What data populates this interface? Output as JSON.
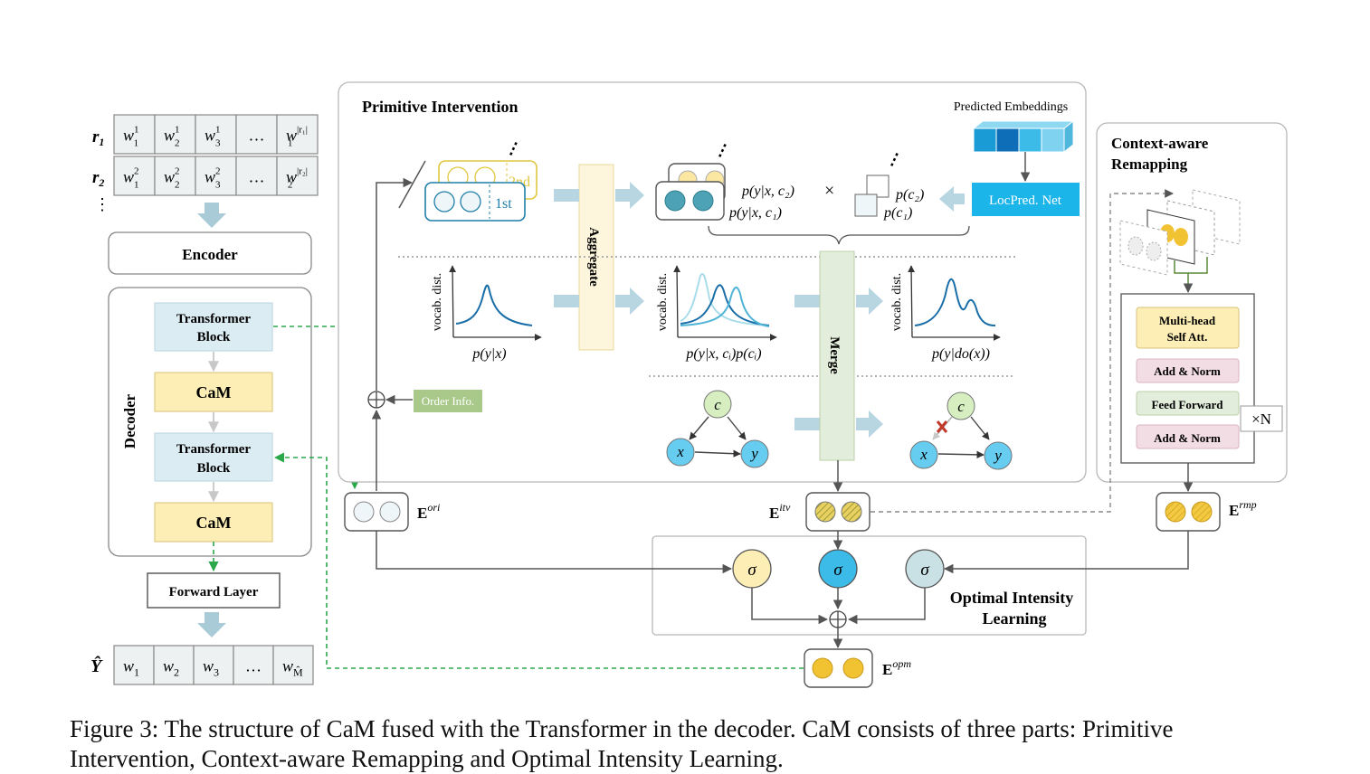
{
  "input": {
    "r1_label": "r",
    "r1_sub": "1",
    "r2_label": "r",
    "r2_sub": "2",
    "vdots": "⋮",
    "r1_tokens": [
      [
        "w",
        "1",
        "1"
      ],
      [
        "w",
        "2",
        "1"
      ],
      [
        "w",
        "3",
        "1"
      ],
      [
        "…",
        "",
        ""
      ],
      [
        "w",
        "1",
        "|r₁|"
      ]
    ],
    "r2_tokens": [
      [
        "w",
        "1",
        "2"
      ],
      [
        "w",
        "2",
        "2"
      ],
      [
        "w",
        "3",
        "2"
      ],
      [
        "…",
        "",
        ""
      ],
      [
        "w",
        "2",
        "|r₂|"
      ]
    ]
  },
  "encoder": {
    "label": "Encoder"
  },
  "decoder": {
    "label": "Decoder",
    "block1_line1": "Transformer",
    "block1_line2": "Block",
    "cam1": "CaM",
    "block2_line1": "Transformer",
    "block2_line2": "Block",
    "cam2": "CaM"
  },
  "forward_layer": {
    "label": "Forward Layer"
  },
  "output": {
    "y_label": "Ŷ",
    "tokens": [
      [
        "w",
        "1"
      ],
      [
        "w",
        "2"
      ],
      [
        "w",
        "3"
      ],
      [
        "…",
        ""
      ],
      [
        "w",
        "M̂"
      ]
    ]
  },
  "primitive": {
    "title": "Primitive Intervention",
    "stack_1st": "1st",
    "stack_2nd": "2nd",
    "aggregate": "Aggregate",
    "merge": "Merge",
    "p_y_x_c2": "p(y|x, c₂)",
    "p_y_x_c1": "p(y|x, c₁)",
    "times": "×",
    "p_c2": "p(c₂)",
    "p_c1": "p(c₁)",
    "predicted_embeddings": "Predicted Embeddings",
    "locpred": "LocPred. Net",
    "order_info": "Order Info.",
    "vocab_dist": "vocab. dist.",
    "plot1_x": "p(y|x)",
    "plot2_x": "p(y|x, cᵢ)p(cᵢ)",
    "plot3_x": "p(y|do(x))",
    "node_c": "c",
    "node_x": "x",
    "node_y": "y"
  },
  "remap": {
    "title_line1": "Context-aware",
    "title_line2": "Remapping",
    "mhsa_line1": "Multi-head",
    "mhsa_line2": "Self Att.",
    "addnorm1": "Add & Norm",
    "ff": "Feed Forward",
    "addnorm2": "Add & Norm",
    "xn": "×N"
  },
  "embeddings": {
    "ori_E": "E",
    "ori_sup": "ori",
    "itv_E": "E",
    "itv_sup": "itv",
    "rmp_E": "E",
    "rmp_sup": "rmp",
    "opm_E": "E",
    "opm_sup": "opm"
  },
  "oil": {
    "sigma": "σ",
    "title_line1": "Optimal Intensity",
    "title_line2": "Learning"
  },
  "caption": {
    "line1": "Figure 3: The structure of CaM fused with the Transformer in the decoder. CaM consists of three parts: Primitive",
    "line2": "Intervention, Context-aware Remapping and Optimal Intensity Learning."
  },
  "colors": {
    "cam_fill": "#fdeeb5",
    "transformer_fill": "#dcecf3",
    "locpred_fill": "#1cb5ea",
    "order_fill": "#a9c98a",
    "dashed_green": "#2aa84a",
    "teal": "#1f7ea8"
  }
}
